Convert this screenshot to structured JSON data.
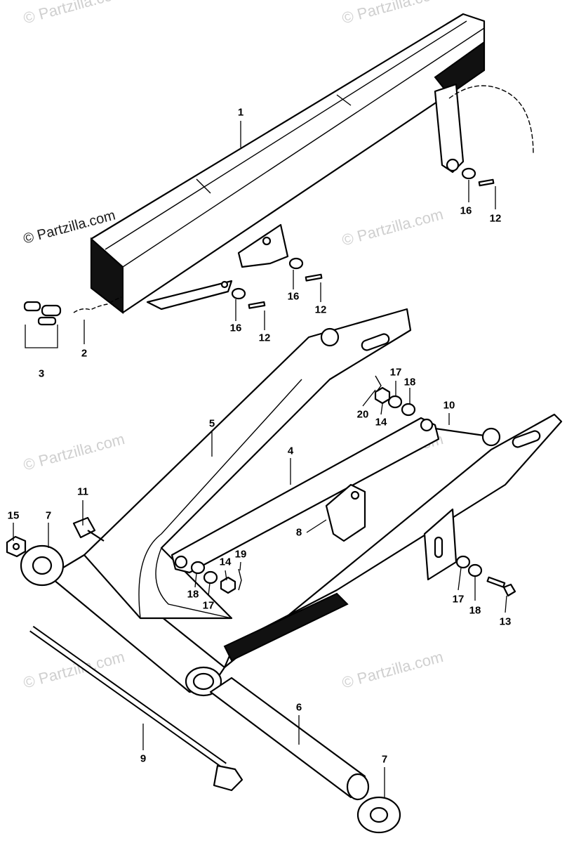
{
  "watermarks": {
    "brand": "© Partzilla.com",
    "primary": "© Partzilla.com"
  },
  "callouts": {
    "c1": "1",
    "c2": "2",
    "c3": "3",
    "c4": "4",
    "c5": "5",
    "c6": "6",
    "c7a": "7",
    "c7b": "7",
    "c8": "8",
    "c9": "9",
    "c10": "10",
    "c11": "11",
    "c12a": "12",
    "c12b": "12",
    "c12c": "12",
    "c13": "13",
    "c14a": "14",
    "c14b": "14",
    "c15": "15",
    "c16a": "16",
    "c16b": "16",
    "c16c": "16",
    "c17a": "17",
    "c17b": "17",
    "c17c": "17",
    "c18a": "18",
    "c18b": "18",
    "c18c": "18",
    "c19": "19",
    "c20": "20"
  }
}
